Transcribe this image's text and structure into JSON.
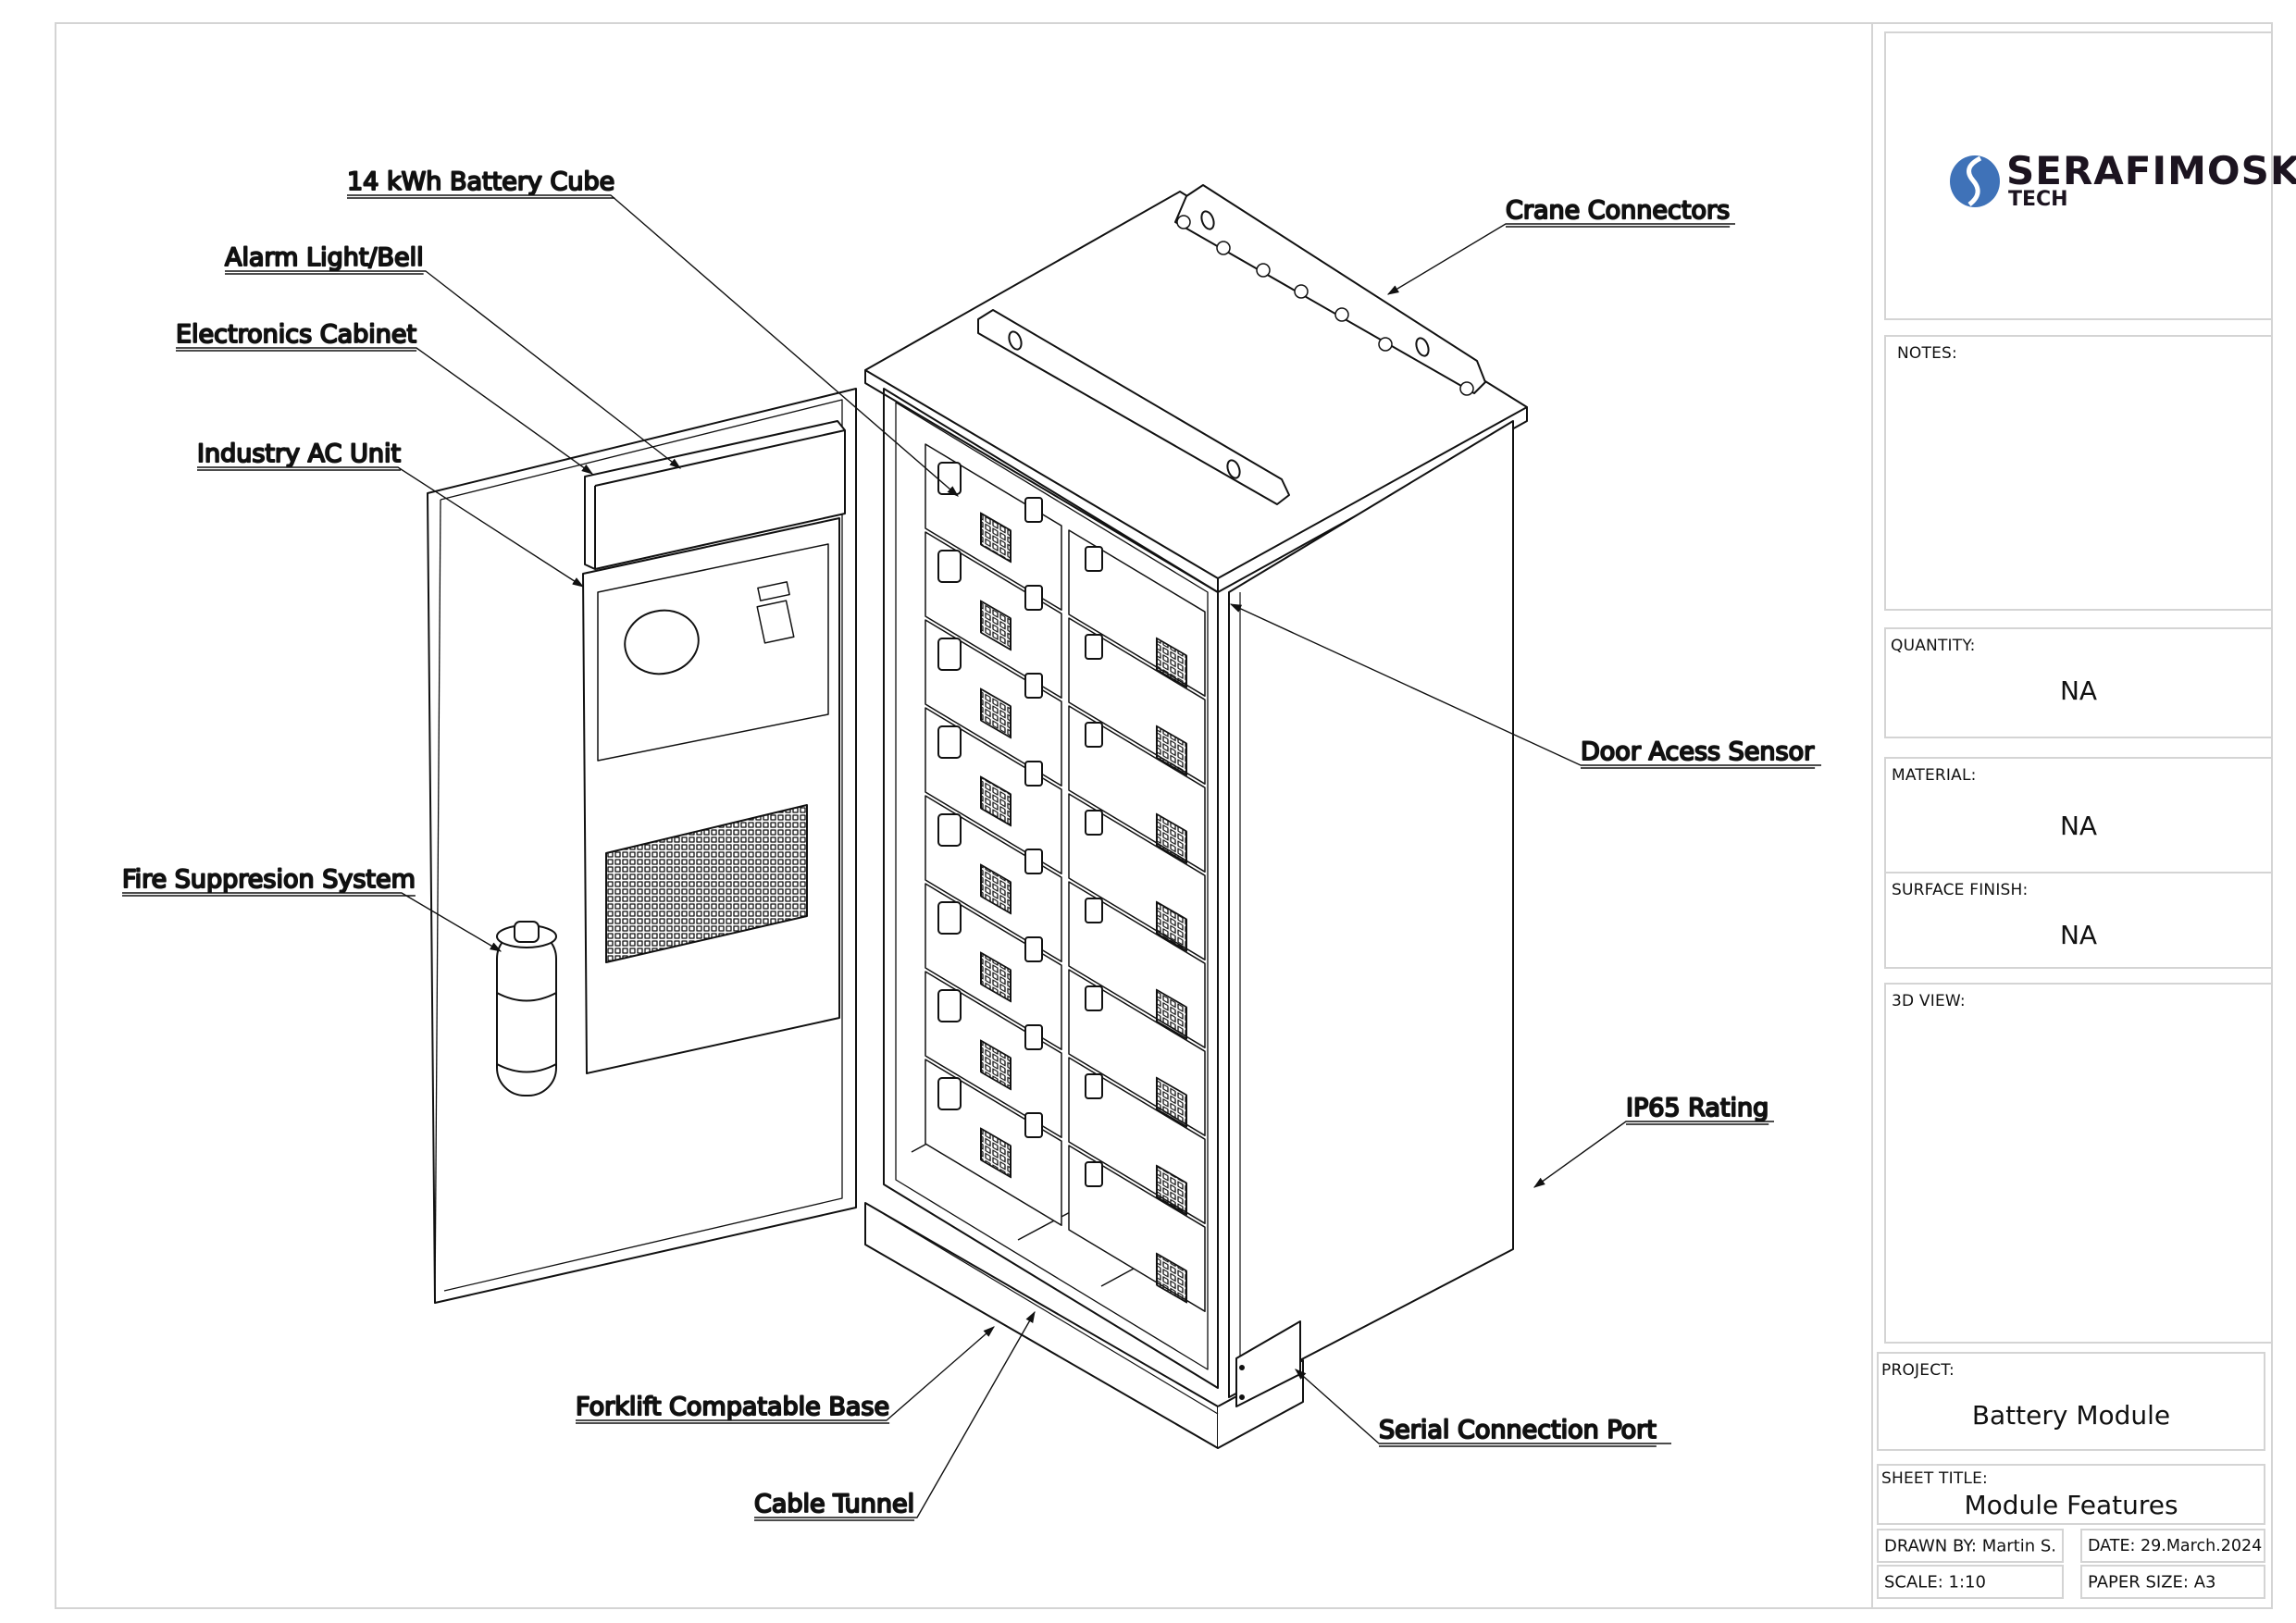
{
  "drawing": {
    "subject": "Battery module cabinet (isometric view, door open)",
    "callouts": [
      {
        "id": "battery-cube",
        "label": "14 kWh Battery Cube"
      },
      {
        "id": "alarm",
        "label": "Alarm  Light/Bell"
      },
      {
        "id": "electronics-cabinet",
        "label": "Electronics Cabinet"
      },
      {
        "id": "ac-unit",
        "label": "Industry AC Unit"
      },
      {
        "id": "fire-suppression",
        "label": "Fire Suppresion System"
      },
      {
        "id": "crane-connectors",
        "label": "Crane Connectors"
      },
      {
        "id": "door-sensor",
        "label": "Door Acess Sensor"
      },
      {
        "id": "ip65",
        "label": "IP65 Rating"
      },
      {
        "id": "forklift-base",
        "label": "Forklift Compatable Base"
      },
      {
        "id": "serial-port",
        "label": "Serial Connection Port"
      },
      {
        "id": "cable-tunnel",
        "label": "Cable Tunnel"
      }
    ],
    "battery_rows": 8,
    "battery_columns": 2
  },
  "title_block": {
    "logo": {
      "name": "SERAFIMOSKI",
      "sub": "TECH",
      "mark_color": "#3f72b8",
      "text_color": "#1c1420"
    },
    "notes": {
      "label": "NOTES:",
      "value": ""
    },
    "quantity": {
      "label": "QUANTITY:",
      "value": "NA"
    },
    "material": {
      "label": "MATERIAL:",
      "value": "NA"
    },
    "surface_finish": {
      "label": "SURFACE FINISH:",
      "value": "NA"
    },
    "view_3d": {
      "label": "3D VIEW:"
    },
    "project": {
      "label": "PROJECT:",
      "value": "Battery Module"
    },
    "sheet_title": {
      "label": "SHEET TITLE:",
      "value": "Module Features"
    },
    "drawn_by": "DRAWN BY: Martin S.",
    "date": "DATE: 29.March.2024",
    "scale": "SCALE: 1:10",
    "paper_size": "PAPER SIZE: A3"
  }
}
